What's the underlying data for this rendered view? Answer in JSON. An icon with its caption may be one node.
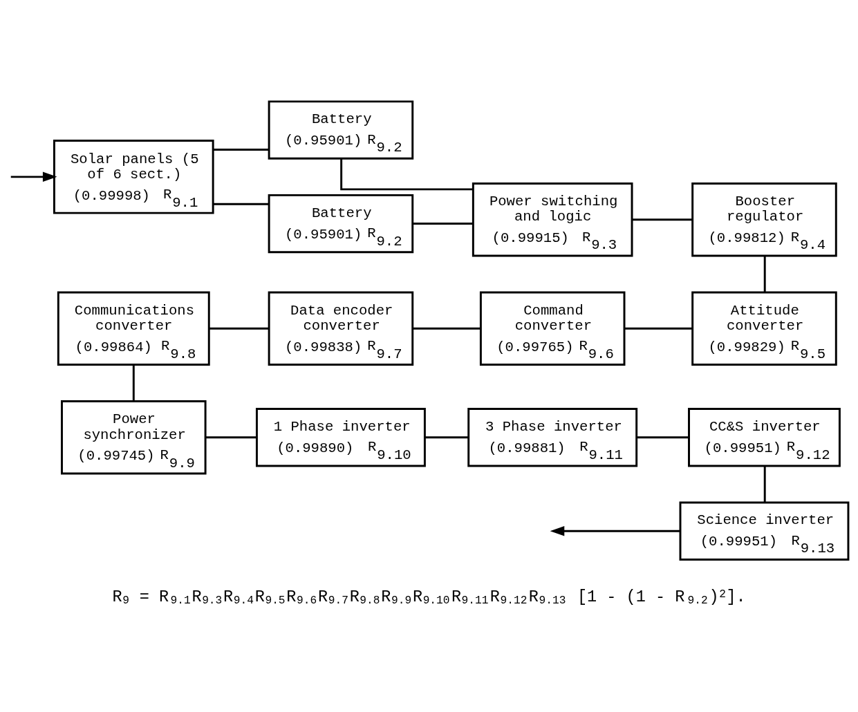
{
  "diagram": {
    "caption": "R$_{9}$ = R$_{9.1}$R$_{9.3}$R$_{9.4}$R$_{9.5}$R$_{9.6}$R$_{9.7}$R$_{9.8}$R$_{9.9}$R$_{9.10}$R$_{9.11}$R$_{9.12}$R$_{9.13}$ [1 - (1 - R$_{9.2}$)$^{2}$].",
    "nodes": [
      {
        "text": [
          "Solar panels (5 of 6 sect.)",
          "(0.99998)",
          "R$_{9.1}$"
        ]
      },
      {
        "text": [
          "Battery",
          "(0.95901)",
          "R$_{9.2}$"
        ]
      },
      {
        "text": [
          "Battery",
          "(0.95901)",
          "R$_{9.2}$"
        ]
      },
      {
        "text": [
          "Power switching and logic",
          "(0.99915)",
          "R$_{9.3}$"
        ]
      },
      {
        "text": [
          "Booster regulator",
          "(0.99812)",
          "R$_{9.4}$"
        ]
      },
      {
        "text": [
          "Attitude converter",
          "(0.99829)",
          "R$_{9.5}$"
        ]
      },
      {
        "text": [
          "Command converter",
          "(0.99765)",
          "R$_{9.6}$"
        ]
      },
      {
        "text": [
          "Data encoder converter",
          "(0.99838)",
          "R$_{9.7}$"
        ]
      },
      {
        "text": [
          "Communications converter",
          "(0.99864)",
          "R$_{9.8}$"
        ]
      },
      {
        "text": [
          "Power synchronizer",
          "(0.99745)",
          "R$_{9.9}$"
        ]
      },
      {
        "text": [
          "1 Phase inverter",
          "(0.99890)",
          "R$_{9.10}$"
        ]
      },
      {
        "text": [
          "3 Phase inverter",
          "(0.99881)",
          "R$_{9.11}$"
        ]
      },
      {
        "text": [
          "CC&S inverter",
          "(0.99951)",
          "R$_{9.12}$"
        ]
      },
      {
        "text": [
          "Science inverter",
          "(0.99951)",
          "R$_{9.13}$"
        ]
      }
    ],
    "edges": [
      {
        "from": null,
        "to": 0,
        "arrow": "to"
      },
      {
        "from": 0,
        "to": 1,
        "arrow": "none"
      },
      {
        "from": 0,
        "to": 2,
        "arrow": "none"
      },
      {
        "from": 1,
        "to": 3,
        "arrow": "none"
      },
      {
        "from": 2,
        "to": 3,
        "arrow": "none"
      },
      {
        "from": 3,
        "to": 4,
        "arrow": "none"
      },
      {
        "from": 4,
        "to": 5,
        "arrow": "none"
      },
      {
        "from": 5,
        "to": 6,
        "arrow": "none"
      },
      {
        "from": 6,
        "to": 7,
        "arrow": "none"
      },
      {
        "from": 7,
        "to": 8,
        "arrow": "none"
      },
      {
        "from": 8,
        "to": 9,
        "arrow": "none"
      },
      {
        "from": 9,
        "to": 10,
        "arrow": "none"
      },
      {
        "from": 10,
        "to": 11,
        "arrow": "none"
      },
      {
        "from": 11,
        "to": 12,
        "arrow": "none"
      },
      {
        "from": 12,
        "to": 13,
        "arrow": "none"
      },
      {
        "from": 13,
        "to": null,
        "arrow": "to"
      }
    ]
  }
}
